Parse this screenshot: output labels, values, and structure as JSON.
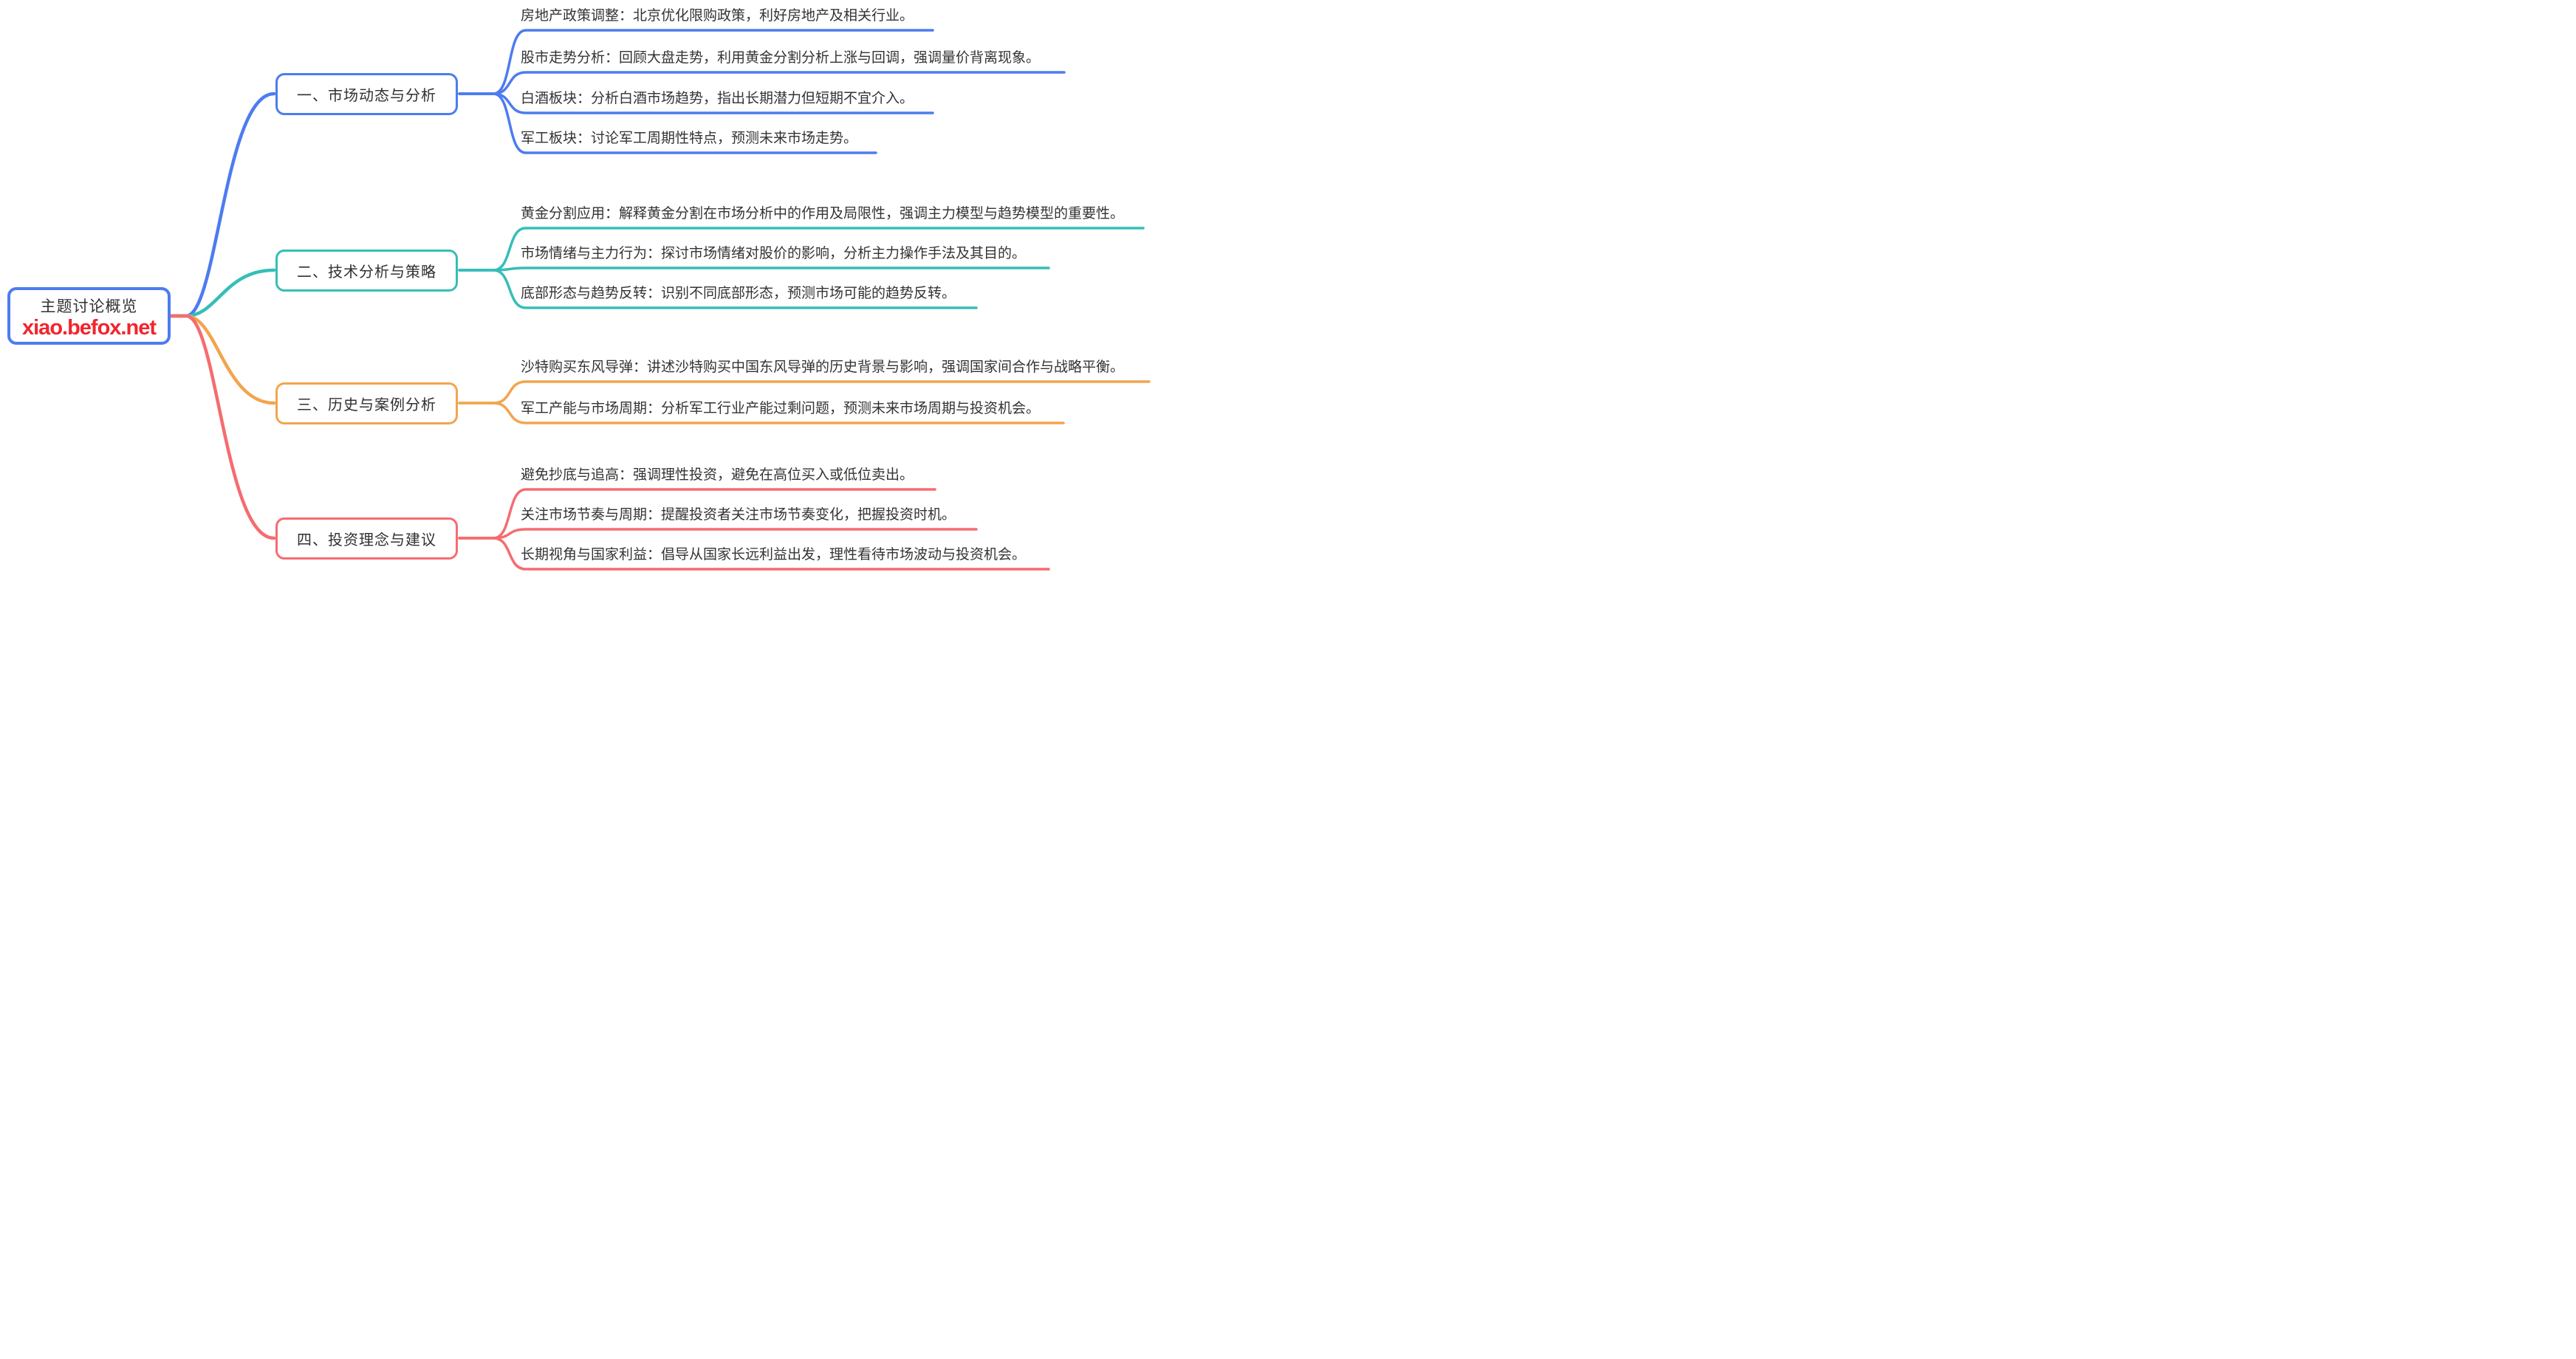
{
  "root": {
    "title": "主题讨论概览",
    "watermark": "xiao.befox.net"
  },
  "branches": [
    {
      "label": "一、市场动态与分析",
      "color": "#4D7CF0",
      "children": [
        "房地产政策调整：北京优化限购政策，利好房地产及相关行业。",
        "股市走势分析：回顾大盘走势，利用黄金分割分析上涨与回调，强调量价背离现象。",
        "白酒板块：分析白酒市场趋势，指出长期潜力但短期不宜介入。",
        "军工板块：讨论军工周期性特点，预测未来市场走势。"
      ]
    },
    {
      "label": "二、技术分析与策略",
      "color": "#35BEB7",
      "children": [
        "黄金分割应用：解释黄金分割在市场分析中的作用及局限性，强调主力模型与趋势模型的重要性。",
        "市场情绪与主力行为：探讨市场情绪对股价的影响，分析主力操作手法及其目的。",
        "底部形态与趋势反转：识别不同底部形态，预测市场可能的趋势反转。"
      ]
    },
    {
      "label": "三、历史与案例分析",
      "color": "#F2A54D",
      "children": [
        "沙特购买东风导弹：讲述沙特购买中国东风导弹的历史背景与影响，强调国家间合作与战略平衡。",
        "军工产能与市场周期：分析军工行业产能过剩问题，预测未来市场周期与投资机会。"
      ]
    },
    {
      "label": "四、投资理念与建议",
      "color": "#F56C70",
      "children": [
        "避免抄底与追高：强调理性投资，避免在高位买入或低位卖出。",
        "关注市场节奏与周期：提醒投资者关注市场节奏变化，把握投资时机。",
        "长期视角与国家利益：倡导从国家长远利益出发，理性看待市场波动与投资机会。"
      ]
    }
  ],
  "colors": {
    "branch1": "#4D7CF0",
    "branch2": "#35BEB7",
    "branch3": "#F2A54D",
    "bran4": "#F56C70",
    "root_border": "#4D7CF0",
    "watermark_red": "#F2242D",
    "text": "#333333",
    "background": "#FFFFFF"
  }
}
